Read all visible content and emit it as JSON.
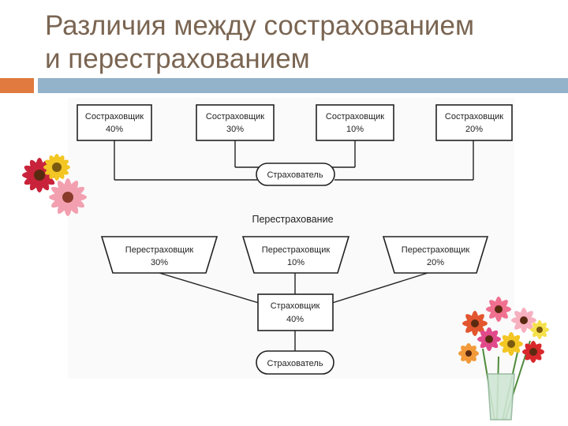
{
  "slide": {
    "title_line1": "Различия между сострахованием",
    "title_line2": "и перестрахованием"
  },
  "coinsurance": {
    "insurers": [
      {
        "name": "Состраховщик",
        "share": "40%"
      },
      {
        "name": "Состраховщик",
        "share": "30%"
      },
      {
        "name": "Состраховщик",
        "share": "10%"
      },
      {
        "name": "Состраховщик",
        "share": "20%"
      }
    ],
    "insured": "Страхователь"
  },
  "reinsurance": {
    "label": "Перестрахование",
    "reinsurers": [
      {
        "name": "Перестраховщик",
        "share": "30%"
      },
      {
        "name": "Перестраховщик",
        "share": "10%"
      },
      {
        "name": "Перестраховщик",
        "share": "20%"
      }
    ],
    "insurer": {
      "name": "Страховщик",
      "share": "40%"
    },
    "insured": "Страхователь"
  },
  "colors": {
    "title": "#7a6552",
    "accent_orange": "#e07a3f",
    "accent_blue": "#93b3cb"
  }
}
